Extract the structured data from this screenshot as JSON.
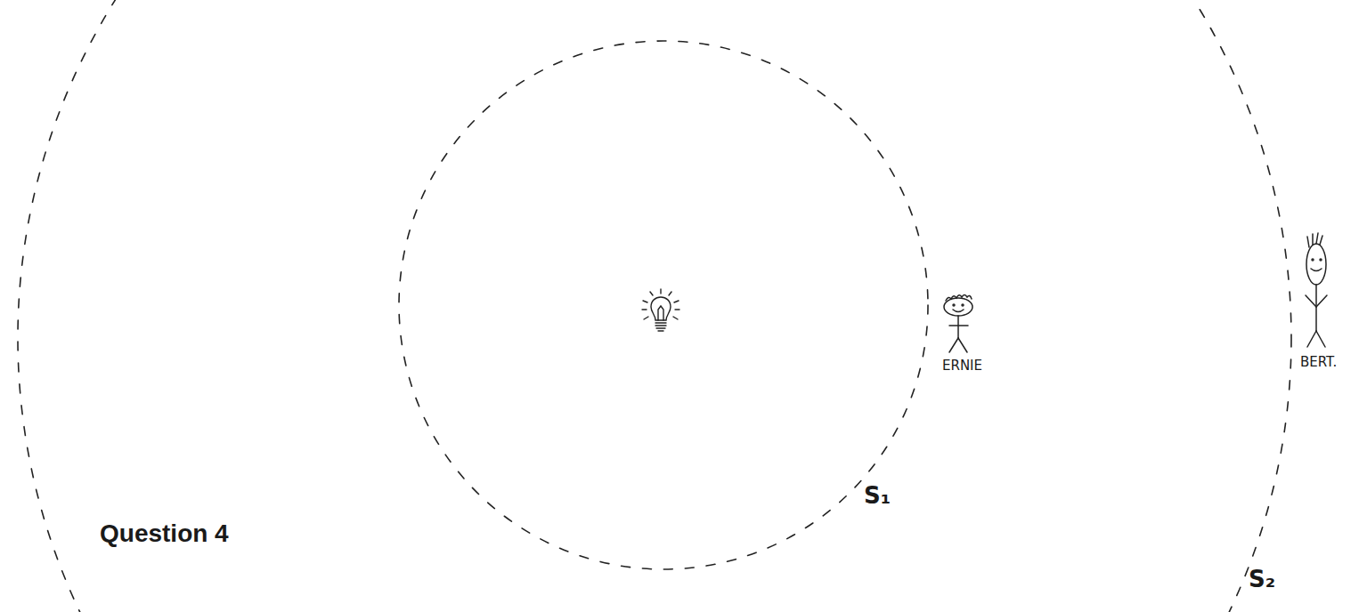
{
  "diagram": {
    "title": "Question 4",
    "labels": [
      "ERNIE",
      "BERT.",
      "S₁",
      "S₂"
    ]
  }
}
